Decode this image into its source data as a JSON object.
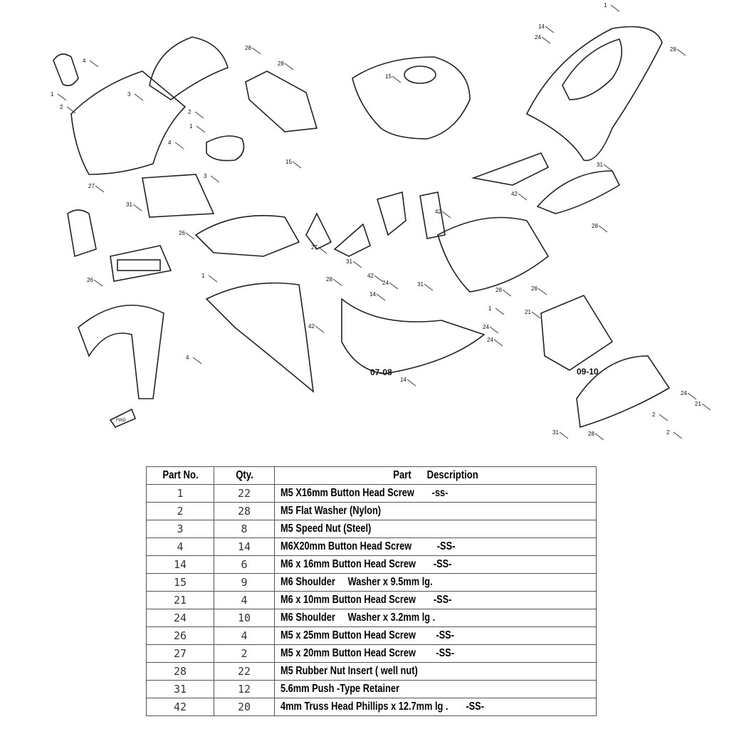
{
  "diagram": {
    "variant_labels": [
      "07-08",
      "09-10"
    ],
    "fwd_label": "FWD",
    "callouts": [
      "1",
      "2",
      "3",
      "4",
      "28",
      "28",
      "1",
      "2",
      "3",
      "4",
      "15",
      "14",
      "24",
      "1",
      "28",
      "31",
      "31",
      "27",
      "26",
      "26",
      "27",
      "42",
      "42",
      "31",
      "42",
      "14",
      "24",
      "28",
      "21",
      "24",
      "2",
      "1",
      "4",
      "15",
      "28",
      "31",
      "28",
      "24",
      "21",
      "2",
      "28",
      "31",
      "28",
      "1",
      "14",
      "24",
      "42"
    ]
  },
  "table": {
    "headers": {
      "part_no": "Part No.",
      "qty": "Qty.",
      "description": "Part      Description"
    },
    "rows": [
      {
        "part_no": "1",
        "qty": "22",
        "description": "M5 X16mm Button Head Screw       -ss-"
      },
      {
        "part_no": "2",
        "qty": "28",
        "description": "M5 Flat Washer (Nylon)"
      },
      {
        "part_no": "3",
        "qty": "8",
        "description": "M5 Speed Nut (Steel)"
      },
      {
        "part_no": "4",
        "qty": "14",
        "description": "M6X20mm Button Head Screw          -SS-"
      },
      {
        "part_no": "14",
        "qty": "6",
        "description": "M6 x 16mm Button Head Screw       -SS-"
      },
      {
        "part_no": "15",
        "qty": "9",
        "description": "M6 Shoulder     Washer x 9.5mm lg."
      },
      {
        "part_no": "21",
        "qty": "4",
        "description": "M6 x 10mm Button Head Screw       -SS-"
      },
      {
        "part_no": "24",
        "qty": "10",
        "description": "M6 Shoulder     Washer x 3.2mm lg ."
      },
      {
        "part_no": "26",
        "qty": "4",
        "description": "M5 x 25mm Button Head Screw        -SS-"
      },
      {
        "part_no": "27",
        "qty": "2",
        "description": "M5 x 20mm Button Head Screw        -SS-"
      },
      {
        "part_no": "28",
        "qty": "22",
        "description": "M5 Rubber Nut Insert ( well nut)"
      },
      {
        "part_no": "31",
        "qty": "12",
        "description": "5.6mm Push -Type Retainer"
      },
      {
        "part_no": "42",
        "qty": "20",
        "description": "4mm Truss Head Phillips x 12.7mm lg .       -SS-"
      }
    ]
  }
}
